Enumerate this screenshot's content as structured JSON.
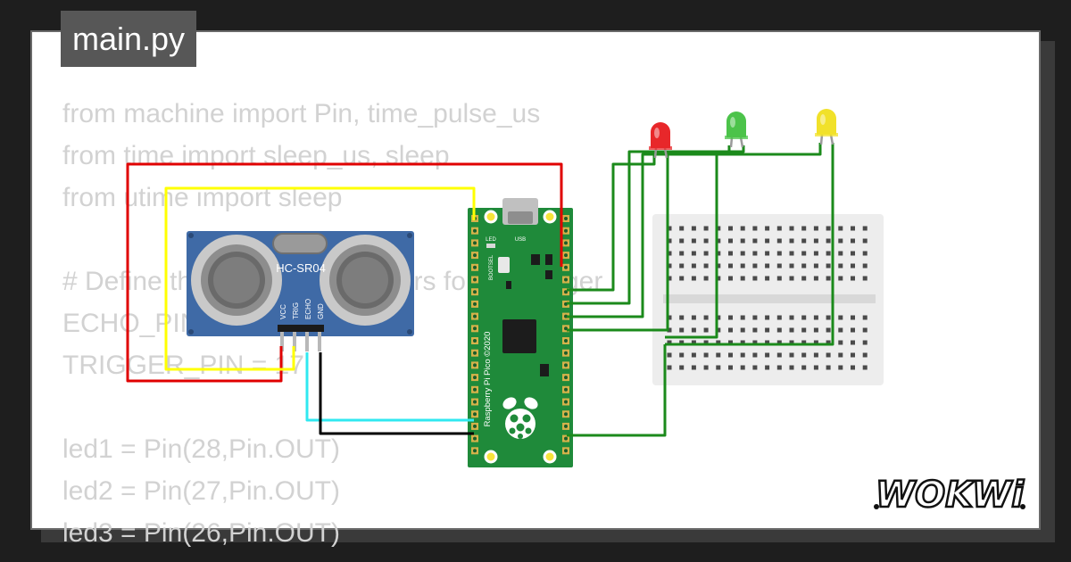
{
  "editor": {
    "tab_label": "main.py",
    "code_lines": [
      "from machine import Pin, time_pulse_us",
      "from time import sleep_us, sleep",
      "from utime import sleep",
      "",
      "# Define the GPIO pin numbers for the trigger",
      "ECHO_PIN = 16",
      "TRIGGER_PIN = 17",
      "",
      "led1 = Pin(28,Pin.OUT)",
      "led2 = Pin(27,Pin.OUT)",
      "led3 = Pin(26,Pin.OUT)"
    ]
  },
  "sensor": {
    "model": "HC-SR04",
    "pins": [
      "VCC",
      "TRIG",
      "ECHO",
      "GND"
    ],
    "color": "#3f6aa6"
  },
  "pico": {
    "board_text": "Raspberry Pi Pico ©2020",
    "label_led": "LED",
    "label_usb": "USB",
    "label_bootsel": "BOOTSEL",
    "color": "#1f8a3a"
  },
  "leds": [
    {
      "color_name": "red",
      "color": "#e8272a"
    },
    {
      "color_name": "green",
      "color": "#4cc34a"
    },
    {
      "color_name": "yellow",
      "color": "#f1e12a"
    }
  ],
  "wire_colors": {
    "power": "#e00000",
    "trigger": "#ffff00",
    "echo": "#30e8f0",
    "ground": "#000000",
    "signal": "#1b8a1b"
  },
  "brand": {
    "logo_text": "WOKWi"
  }
}
